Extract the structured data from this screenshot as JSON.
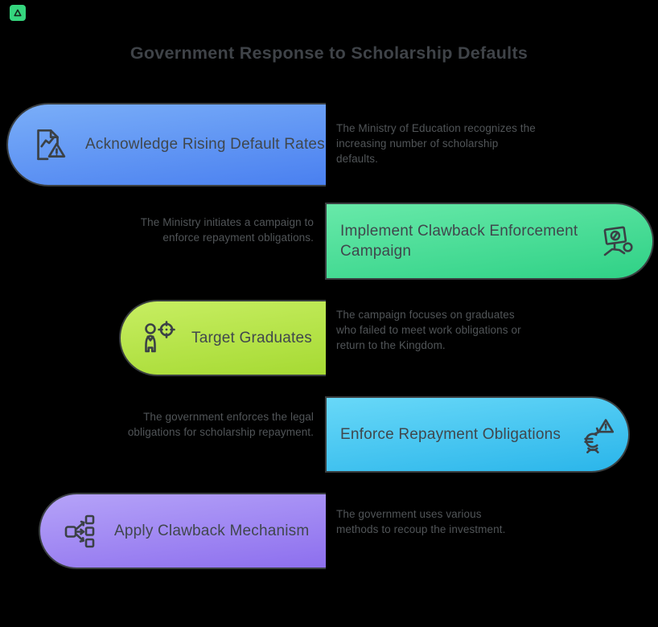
{
  "background_color": "#000000",
  "watermark": {
    "icon": "green-badge"
  },
  "title": {
    "text": "Government Response to Scholarship Defaults",
    "color": "#3f4348"
  },
  "styles": {
    "border_color": "#3a3f41",
    "pill_text_color": "#40474d",
    "description_text_color": "#515558",
    "icon_stroke_color": "#3b4146"
  },
  "steps": [
    {
      "label": "Acknowledge Rising Default Rates",
      "description": "The Ministry of Education recognizes the increasing number of scholarship defaults.",
      "side": "left",
      "icon": "chart-document-alert-icon",
      "colors": {
        "top": "#7aaef8",
        "bottom": "#4a80f0"
      }
    },
    {
      "label": "Implement Clawback Enforcement Campaign",
      "description": "The Ministry initiates a campaign to enforce repayment obligations.",
      "side": "right",
      "icon": "protest-sign-icon",
      "colors": {
        "top": "#68e9a9",
        "bottom": "#2fd186"
      }
    },
    {
      "label": "Target Graduates",
      "description": "The campaign focuses on graduates who failed to meet work obligations or return to the Kingdom.",
      "side": "left",
      "icon": "person-target-icon",
      "colors": {
        "top": "#c7ee62",
        "bottom": "#a6da33"
      }
    },
    {
      "label": "Enforce Repayment Obligations",
      "description": "The government enforces the legal obligations for scholarship repayment.",
      "side": "right",
      "icon": "currency-return-alert-icon",
      "colors": {
        "top": "#68d8f8",
        "bottom": "#2ab5ea"
      }
    },
    {
      "label": "Apply Clawback Mechanism",
      "description": "The government uses various methods to recoup the investment.",
      "side": "left",
      "icon": "distribute-nodes-icon",
      "colors": {
        "top": "#b5a3f8",
        "bottom": "#8d6fee"
      }
    }
  ]
}
